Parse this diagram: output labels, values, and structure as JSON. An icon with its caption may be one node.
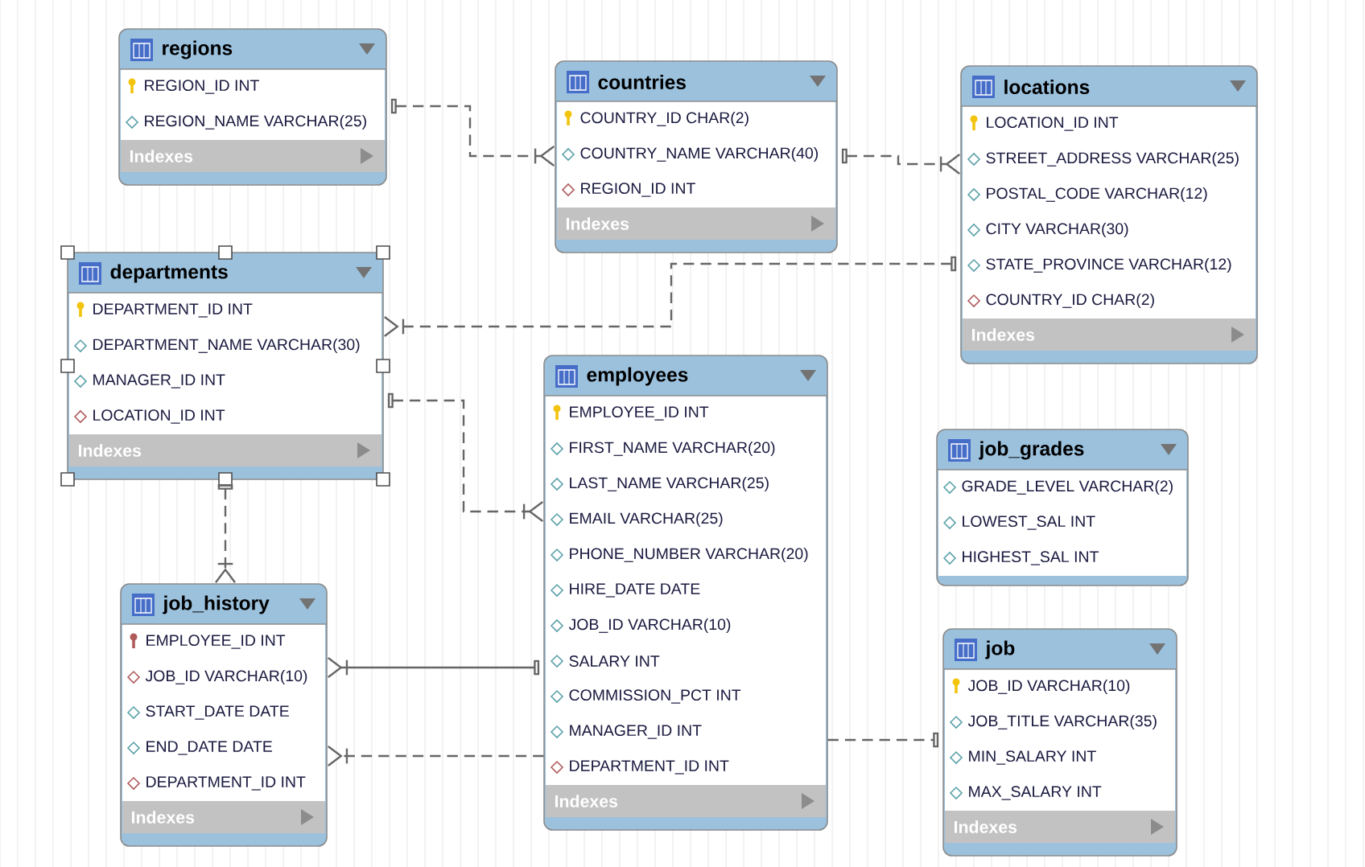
{
  "diagram": {
    "nodes": [
      {
        "text": [
          "regions",
          "REGION_ID INT",
          "REGION_NAME VARCHAR(25)",
          "Indexes"
        ]
      },
      {
        "text": [
          "countries",
          "COUNTRY_ID CHAR(2)",
          "COUNTRY_NAME VARCHAR(40)",
          "REGION_ID INT",
          "Indexes"
        ]
      },
      {
        "text": [
          "locations",
          "LOCATION_ID INT",
          "STREET_ADDRESS VARCHAR(25)",
          "POSTAL_CODE VARCHAR(12)",
          "CITY VARCHAR(30)",
          "STATE_PROVINCE VARCHAR(12)",
          "COUNTRY_ID CHAR(2)",
          "Indexes"
        ]
      },
      {
        "text": [
          "departments",
          "DEPARTMENT_ID INT",
          "DEPARTMENT_NAME VARCHAR(30)",
          "MANAGER_ID INT",
          "LOCATION_ID INT",
          "Indexes"
        ]
      },
      {
        "text": [
          "employees",
          "EMPLOYEE_ID INT",
          "FIRST_NAME VARCHAR(20)",
          "LAST_NAME VARCHAR(25)",
          "EMAIL VARCHAR(25)",
          "PHONE_NUMBER VARCHAR(20)",
          "HIRE_DATE DATE",
          "JOB_ID VARCHAR(10)",
          "SALARY INT",
          "COMMISSION_PCT INT",
          "MANAGER_ID INT",
          "DEPARTMENT_ID INT",
          "Indexes"
        ]
      },
      {
        "text": [
          "job_grades",
          "GRADE_LEVEL VARCHAR(2)",
          "LOWEST_SAL INT",
          "HIGHEST_SAL INT"
        ]
      },
      {
        "text": [
          "job_history",
          "EMPLOYEE_ID INT",
          "JOB_ID VARCHAR(10)",
          "START_DATE DATE",
          "END_DATE DATE",
          "DEPARTMENT_ID INT",
          "Indexes"
        ]
      },
      {
        "text": [
          "job",
          "JOB_ID VARCHAR(10)",
          "JOB_TITLE VARCHAR(35)",
          "MIN_SALARY INT",
          "MAX_SALARY INT",
          "Indexes"
        ]
      }
    ],
    "edges": [
      {
        "from": 0,
        "to": 1,
        "arrow": "other",
        "style": "dashed"
      },
      {
        "from": 1,
        "to": 2,
        "arrow": "other",
        "style": "dashed"
      },
      {
        "from": 2,
        "to": 3,
        "arrow": "other",
        "style": "dashed"
      },
      {
        "from": 3,
        "to": 4,
        "arrow": "other",
        "style": "dashed"
      },
      {
        "from": 3,
        "to": 6,
        "arrow": "other",
        "style": "dashed"
      },
      {
        "from": 4,
        "to": 6,
        "arrow": "other"
      },
      {
        "from": 4,
        "to": 6,
        "arrow": "other",
        "style": "dashed"
      },
      {
        "from": 4,
        "to": 7,
        "arrow": "other",
        "style": "dashed"
      }
    ]
  }
}
